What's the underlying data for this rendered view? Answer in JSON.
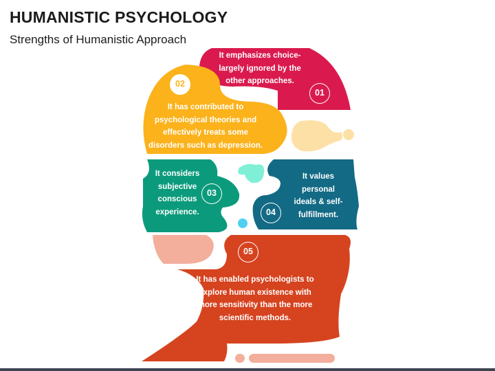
{
  "title": "HUMANISTIC PSYCHOLOGY",
  "subtitle": "Strengths of Humanistic Approach",
  "colors": {
    "crimson": "#da1a4e",
    "amber": "#fbb21b",
    "teal_green": "#0b9b7c",
    "petrol_blue": "#136a84",
    "rust": "#d6431f",
    "peach": "#f3ae9c",
    "cream": "#fde0a5",
    "mint": "#7ff0d6",
    "sky": "#4fd0f0"
  },
  "segments": [
    {
      "number": "01",
      "text": "It emphasizes choice- largely ignored by the other approaches.",
      "color": "#da1a4e"
    },
    {
      "number": "02",
      "text": "It has contributed to psychological theories and effectively treats some disorders such as depression.",
      "color": "#fbb21b"
    },
    {
      "number": "03",
      "text": "It considers subjective conscious experience.",
      "color": "#0b9b7c"
    },
    {
      "number": "04",
      "text": "It values personal ideals & self- fulfillment.",
      "color": "#136a84"
    },
    {
      "number": "05",
      "text": "It has enabled psychologists to explore human existence with more sensitivity than the more scientific methods.",
      "color": "#d6431f"
    }
  ]
}
